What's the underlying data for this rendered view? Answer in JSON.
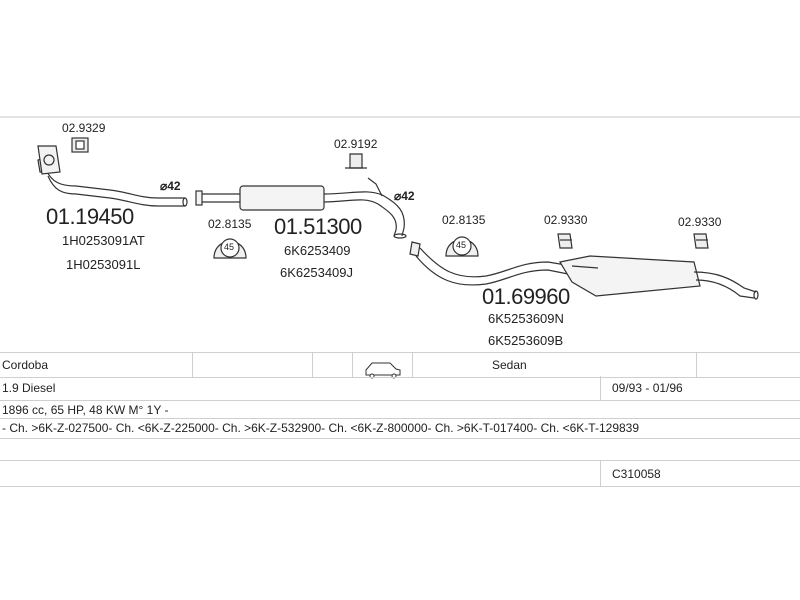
{
  "diagram": {
    "clamps": {
      "c1": "02.9329",
      "c2": "02.9192",
      "c3": "02.8135",
      "c4": "02.8135",
      "c5": "02.9330",
      "c6": "02.9330"
    },
    "hanger_size": "45",
    "diameters": {
      "d1": "⌀42",
      "d2": "⌀42"
    },
    "parts": [
      {
        "number": "01.19450",
        "refs": [
          "1H0253091AT",
          "1H0253091L"
        ]
      },
      {
        "number": "01.51300",
        "refs": [
          "6K6253409",
          "6K6253409J"
        ]
      },
      {
        "number": "01.69960",
        "refs": [
          "6K5253609N",
          "6K5253609B"
        ]
      }
    ]
  },
  "table": {
    "model": "Cordoba",
    "body": "Sedan",
    "engine": "1.9 Diesel",
    "years": "09/93 - 01/96",
    "spec": "1896 cc, 65 HP, 48 KW M° 1Y -",
    "chassis": "- Ch. >6K-Z-027500- Ch. <6K-Z-225000- Ch. >6K-Z-532900- Ch. <6K-Z-800000- Ch. >6K-T-017400- Ch. <6K-T-129839",
    "code": "C310058"
  }
}
